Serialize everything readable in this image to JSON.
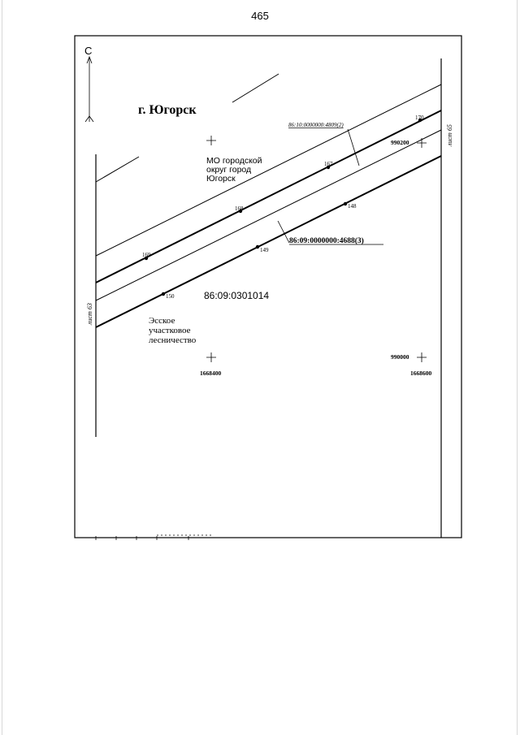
{
  "page": {
    "number": "465"
  },
  "map": {
    "north_label": "С",
    "city_label": "г. Югорск",
    "municipality_label": [
      "МО городской",
      "округ город",
      "Югорск"
    ],
    "cadastral_quarter": "86:09:0301014",
    "forestry_label": [
      "Эсское",
      "участковое",
      "лесничество"
    ],
    "parcel_top": "86:10:0000000:4809(2)",
    "parcel_bottom": "86:09:0000000:4688(3)",
    "sheet_left": "лист 63",
    "sheet_right": "лист 65",
    "points": [
      {
        "id": "150",
        "label": "150"
      },
      {
        "id": "167",
        "label": "167"
      },
      {
        "id": "168",
        "label": "168"
      },
      {
        "id": "169",
        "label": "169"
      },
      {
        "id": "170",
        "label": "170"
      },
      {
        "id": "149",
        "label": "149"
      },
      {
        "id": "148",
        "label": "148"
      }
    ],
    "grid_marks": [
      {
        "id": "990200",
        "label": "990200"
      },
      {
        "id": "990000",
        "label": "990000"
      },
      {
        "id": "1668400",
        "label": "1668400"
      },
      {
        "id": "1668600",
        "label": "1668600"
      }
    ]
  },
  "colors": {
    "ink": "#000000",
    "page_edge": "#d8d8d8",
    "background": "#ffffff"
  }
}
